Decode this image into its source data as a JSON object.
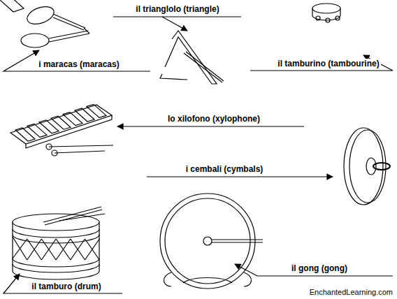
{
  "diagram": {
    "labels": [
      "il trianglolo (triangle)",
      "i maracas (maracas)",
      "il tamburino (tambourine)",
      "lo xilofono (xylophone)",
      "i cembali (cymbals)",
      "il tamburo (drum)",
      "il gong (gong)",
      "EnchantedLearning.com"
    ]
  }
}
